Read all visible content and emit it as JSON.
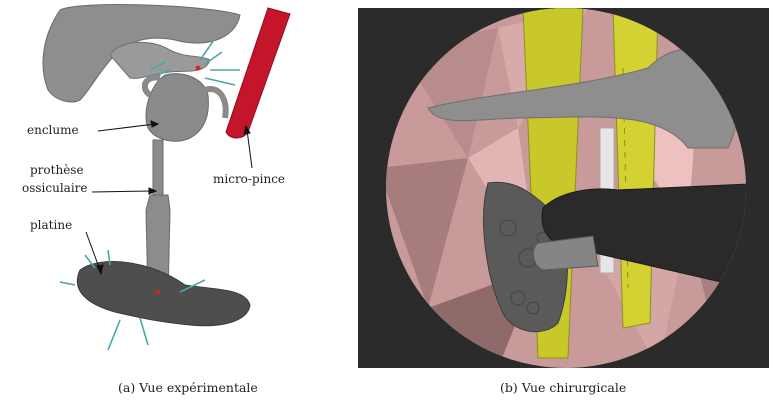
{
  "figure": {
    "panel_a": {
      "labels": {
        "enclume": "enclume",
        "prothese_line1": "prothèse",
        "prothese_line2": "ossiculaire",
        "platine": "platine",
        "micro_pince": "micro-pince"
      },
      "caption": "(a)  Vue expérimentale"
    },
    "panel_b": {
      "caption": "(b)  Vue chirurgicale"
    }
  },
  "colors": {
    "bone_gray": "#8a8a8a",
    "bone_dark": "#5e5e5e",
    "forceps_red": "#c4152b",
    "fiber_cyan": "#4aa8a8",
    "probe_yellow": "#c9c82a",
    "tissue_pink": "#d9a8a8",
    "background_dark": "#2b2b2b"
  }
}
